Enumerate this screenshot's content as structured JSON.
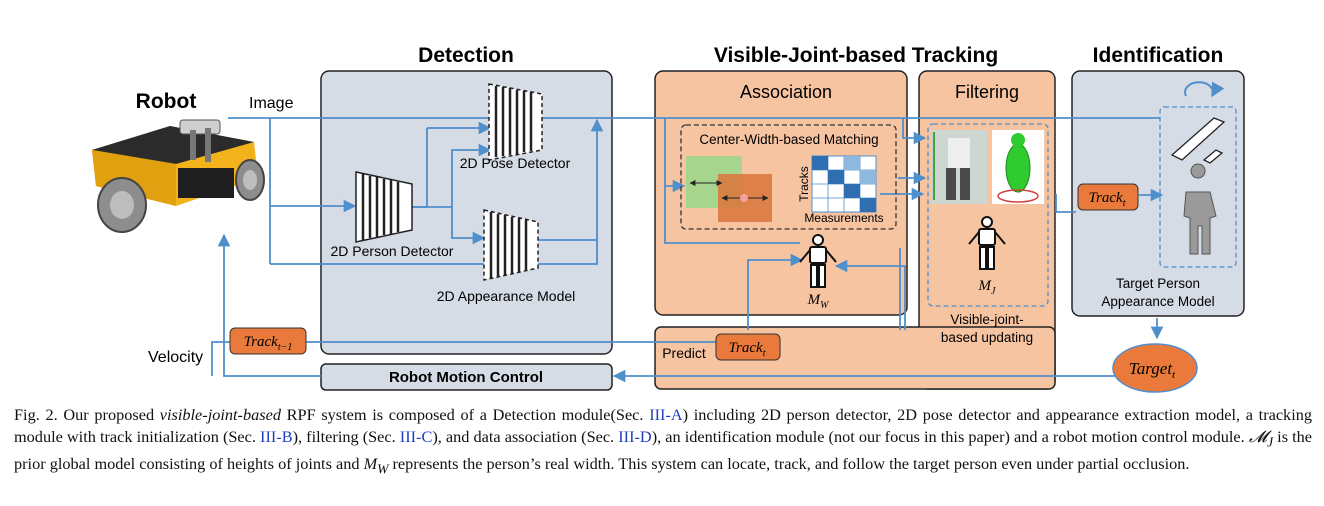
{
  "labels": {
    "robot": "Robot",
    "image": "Image",
    "velocity": "Velocity",
    "detection": "Detection",
    "tracking": "Visible-Joint-based Tracking",
    "identification": "Identification",
    "association": "Association",
    "filtering": "Filtering",
    "matching": "Center-Width-based Matching",
    "tracks": "Tracks",
    "measurements": "Measurements",
    "pose_detector": "2D Pose Detector",
    "person_detector": "2D Person Detector",
    "appearance_model": "2D Appearance Model",
    "predict": "Predict",
    "visible_joint_updating_1": "Visible-joint-",
    "visible_joint_updating_2": "based updating",
    "target_appearance_1": "Target Person",
    "target_appearance_2": "Appearance Model",
    "motion_control": "Robot Motion Control"
  },
  "tags": {
    "track_t_minus_1": "Track",
    "track_t_minus_1_sub": "t−1",
    "track_t_predict": "Track",
    "track_t_predict_sub": "t",
    "track_t_ident": "Track",
    "track_t_ident_sub": "t",
    "target": "Target",
    "target_sub": "t"
  },
  "math": {
    "mw": "M",
    "mw_sub": "W",
    "mj": "M",
    "mj_sub": "J"
  },
  "caption": {
    "lead": "Fig. 2.   Our proposed ",
    "italic": "visible-joint-based",
    "p1": " RPF system is composed of a Detection module(Sec. ",
    "r1": "III-A",
    "p2": ") including 2D person detector, 2D pose detector and appearance extraction model, a tracking module with track initialization (Sec. ",
    "r2": "III-B",
    "p3": "), filtering (Sec. ",
    "r3": "III-C",
    "p4": "), and data association (Sec. ",
    "r4": "III-D",
    "p5": "), an identification module (not our focus in this paper) and a robot motion control module. ",
    "m1": "𝓜",
    "m1_sub": "J",
    "p6": " is the prior global model consisting of heights of joints and ",
    "m2": "M",
    "m2_sub": "W",
    "p7": " represents the person’s real width. This system can locate, track, and follow the target person even under partial occlusion."
  },
  "colors": {
    "module_gray": "#d6dce6",
    "module_orange": "#f7c4a2",
    "tag_orange": "#ea7a3c",
    "arrow_blue": "#4f8fcc",
    "robot_yellow": "#f1b21c"
  },
  "icons": [
    "robot-image",
    "network-trapezoid-icon",
    "matching-matrix-icon",
    "skeleton-icon",
    "person-silhouette-icon",
    "cycle-arrow-icon"
  ]
}
